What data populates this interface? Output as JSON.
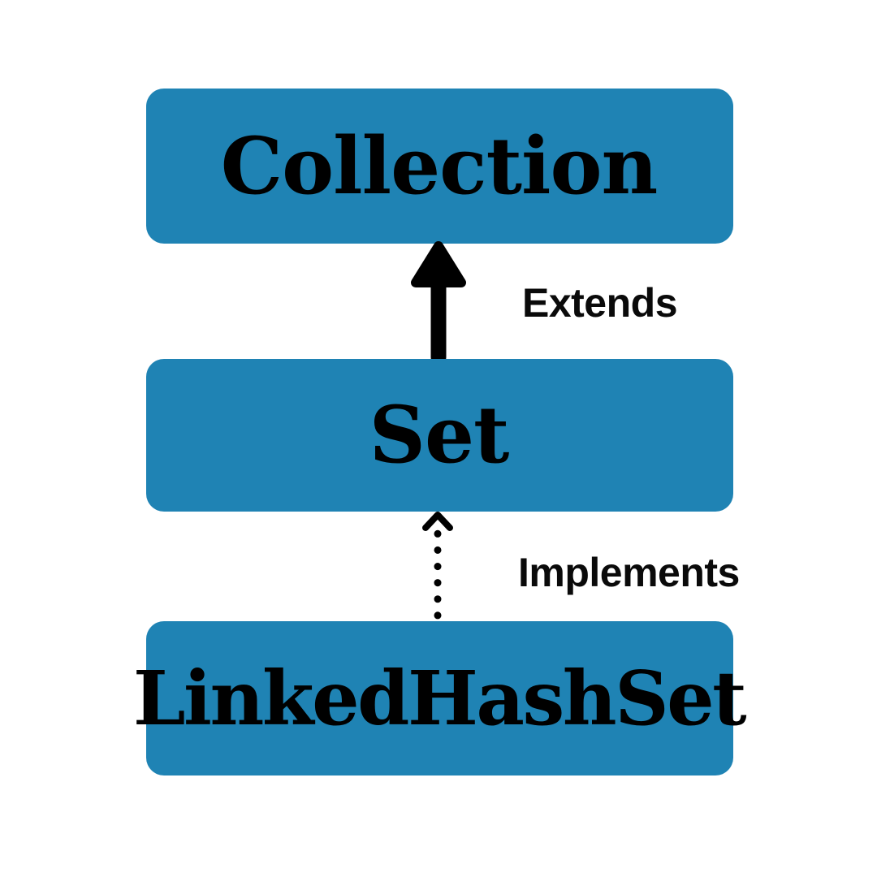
{
  "diagram": {
    "type": "uml-class-hierarchy",
    "background_color": "#ffffff",
    "box_color": "#1f83b4",
    "text_color": "#000000",
    "nodes": [
      {
        "id": "collection",
        "label": "Collection",
        "kind": "interface"
      },
      {
        "id": "set",
        "label": "Set",
        "kind": "interface"
      },
      {
        "id": "linkedhashset",
        "label": "LinkedHashSet",
        "kind": "class"
      }
    ],
    "edges": [
      {
        "id": "set-extends-collection",
        "label": "Extends",
        "from": "set",
        "to": "collection",
        "line_style": "solid",
        "arrowhead": "filled-triangle"
      },
      {
        "id": "linkedhashset-implements-set",
        "label": "Implements",
        "from": "linkedhashset",
        "to": "set",
        "line_style": "dotted",
        "arrowhead": "open-chevron"
      }
    ]
  }
}
